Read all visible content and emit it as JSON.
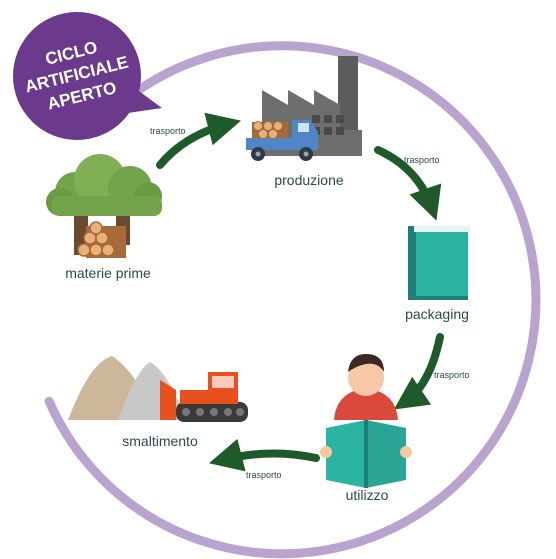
{
  "badge": {
    "lines": [
      "CICLO",
      "ARTIFICIALE",
      "APERTO"
    ],
    "color": "#6b3a8c"
  },
  "cycle": {
    "ring_color": "#b9a3cf",
    "arrow_color": "#1f5a2a"
  },
  "stages": {
    "materie_prime": "materie prime",
    "produzione": "produzione",
    "packaging": "packaging",
    "utilizzo": "utilizzo",
    "smaltimento": "smaltimento"
  },
  "transport": {
    "t1": "trasporto",
    "t2": "trasporto",
    "t3": "trasporto",
    "t4": "trasporto"
  }
}
